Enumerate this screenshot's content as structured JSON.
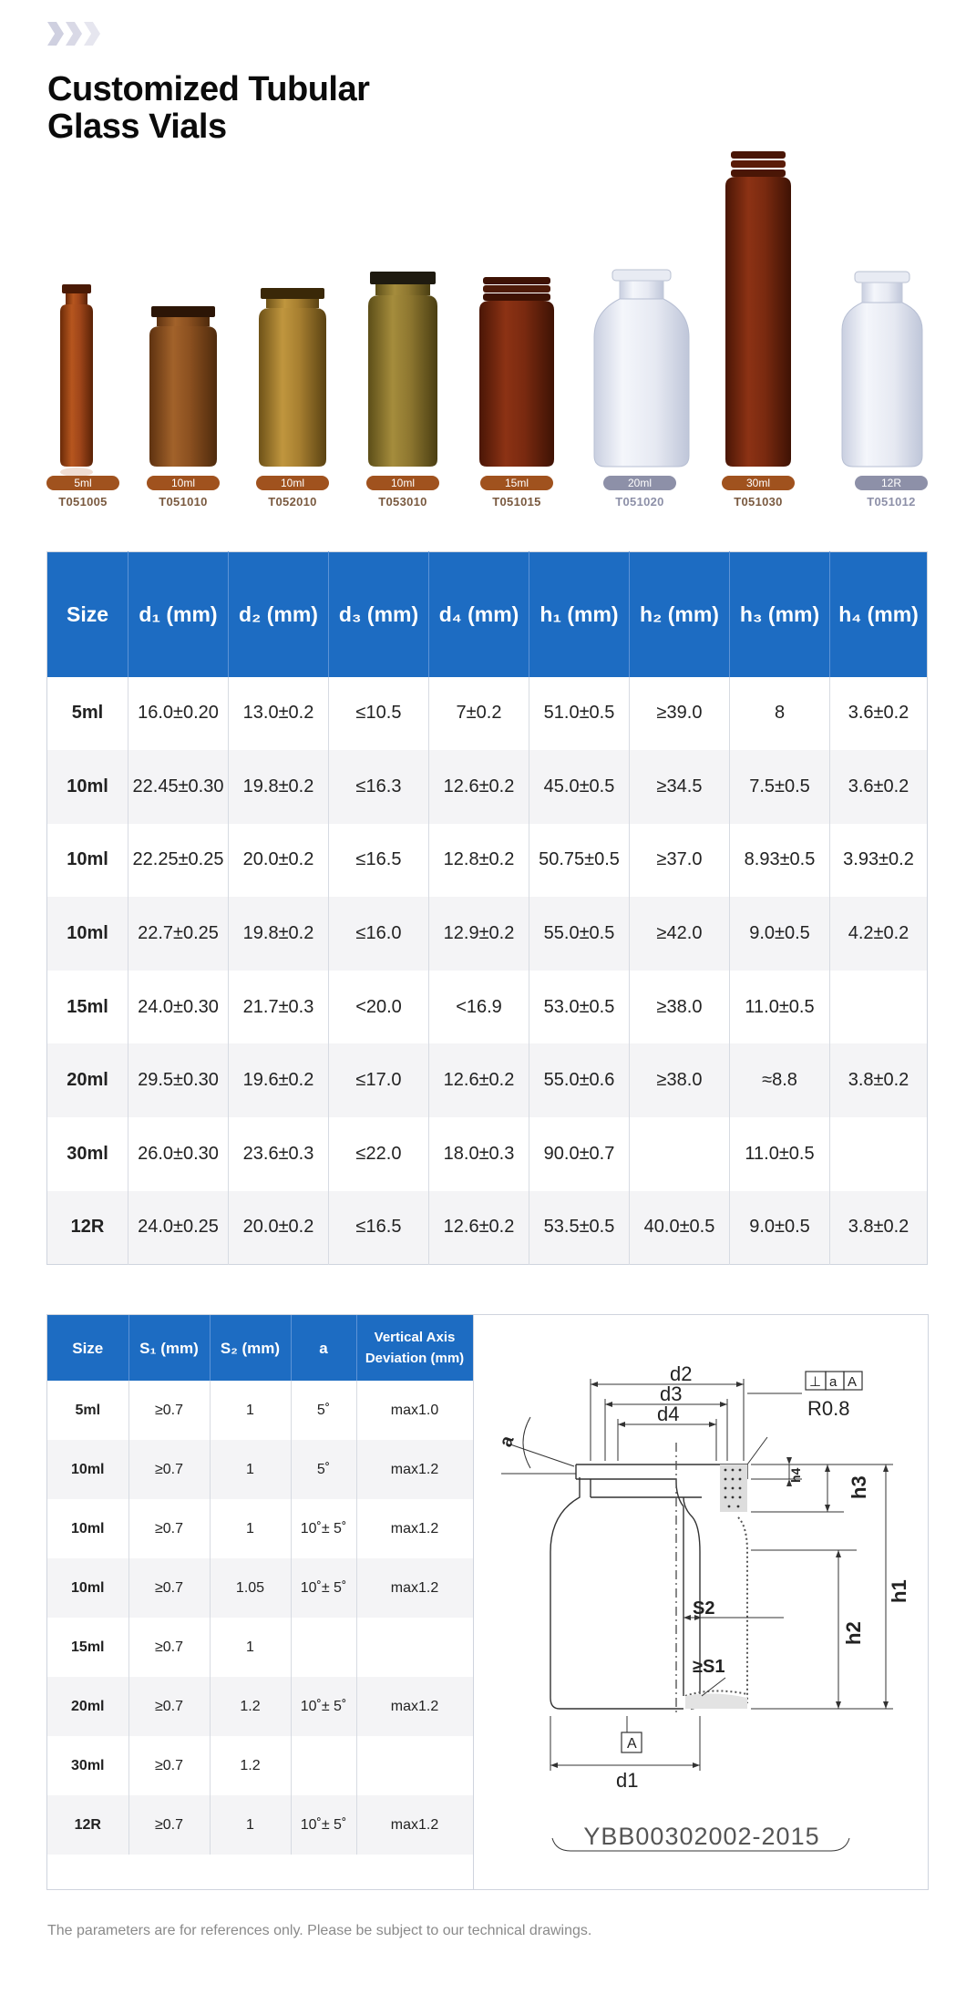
{
  "header": {
    "title_line1": "Customized Tubular",
    "title_line2": "Glass Vials",
    "decor_icon": "chevron-arrows-icon"
  },
  "colors": {
    "accent_blue": "#1d6cc2",
    "amber": "#8a3f16",
    "amber_light": "#a56a2c",
    "clear_badge": "#8d90a8"
  },
  "vials": [
    {
      "badge": "5ml",
      "code": "T051005",
      "glass": "amber"
    },
    {
      "badge": "10ml",
      "code": "T051010",
      "glass": "amber-brown"
    },
    {
      "badge": "10ml",
      "code": "T052010",
      "glass": "amber-gold"
    },
    {
      "badge": "10ml",
      "code": "T053010",
      "glass": "amber-olive"
    },
    {
      "badge": "15ml",
      "code": "T051015",
      "glass": "amber-dark"
    },
    {
      "badge": "20ml",
      "code": "T051020",
      "glass": "clear"
    },
    {
      "badge": "30ml",
      "code": "T051030",
      "glass": "amber-dark"
    },
    {
      "badge": "12R",
      "code": "T051012",
      "glass": "clear"
    }
  ],
  "table1": {
    "headers": [
      "Size",
      "d₁ (mm)",
      "d₂ (mm)",
      "d₃ (mm)",
      "d₄ (mm)",
      "h₁ (mm)",
      "h₂ (mm)",
      "h₃ (mm)",
      "h₄ (mm)"
    ],
    "rows": [
      [
        "5ml",
        "16.0±0.20",
        "13.0±0.2",
        "≤10.5",
        "7±0.2",
        "51.0±0.5",
        "≥39.0",
        "8",
        "3.6±0.2"
      ],
      [
        "10ml",
        "22.45±0.30",
        "19.8±0.2",
        "≤16.3",
        "12.6±0.2",
        "45.0±0.5",
        "≥34.5",
        "7.5±0.5",
        "3.6±0.2"
      ],
      [
        "10ml",
        "22.25±0.25",
        "20.0±0.2",
        "≤16.5",
        "12.8±0.2",
        "50.75±0.5",
        "≥37.0",
        "8.93±0.5",
        "3.93±0.2"
      ],
      [
        "10ml",
        "22.7±0.25",
        "19.8±0.2",
        "≤16.0",
        "12.9±0.2",
        "55.0±0.5",
        "≥42.0",
        "9.0±0.5",
        "4.2±0.2"
      ],
      [
        "15ml",
        "24.0±0.30",
        "21.7±0.3",
        "<20.0",
        "<16.9",
        "53.0±0.5",
        "≥38.0",
        "11.0±0.5",
        ""
      ],
      [
        "20ml",
        "29.5±0.30",
        "19.6±0.2",
        "≤17.0",
        "12.6±0.2",
        "55.0±0.6",
        "≥38.0",
        "≈8.8",
        "3.8±0.2"
      ],
      [
        "30ml",
        "26.0±0.30",
        "23.6±0.3",
        "≤22.0",
        "18.0±0.3",
        "90.0±0.7",
        "",
        "11.0±0.5",
        ""
      ],
      [
        "12R",
        "24.0±0.25",
        "20.0±0.2",
        "≤16.5",
        "12.6±0.2",
        "53.5±0.5",
        "40.0±0.5",
        "9.0±0.5",
        "3.8±0.2"
      ]
    ]
  },
  "table2": {
    "headers": [
      "Size",
      "S₁ (mm)",
      "S₂ (mm)",
      "a",
      "Vertical Axis",
      "Deviation (mm)"
    ],
    "rows": [
      [
        "5ml",
        "≥0.7",
        "1",
        "5˚",
        "max1.0"
      ],
      [
        "10ml",
        "≥0.7",
        "1",
        "5˚",
        "max1.2"
      ],
      [
        "10ml",
        "≥0.7",
        "1",
        "10˚± 5˚",
        "max1.2"
      ],
      [
        "10ml",
        "≥0.7",
        "1.05",
        "10˚± 5˚",
        "max1.2"
      ],
      [
        "15ml",
        "≥0.7",
        "1",
        "",
        ""
      ],
      [
        "20ml",
        "≥0.7",
        "1.2",
        "10˚± 5˚",
        "max1.2"
      ],
      [
        "30ml",
        "≥0.7",
        "1.2",
        "",
        ""
      ],
      [
        "12R",
        "≥0.7",
        "1",
        "10˚± 5˚",
        "max1.2"
      ]
    ]
  },
  "diagram": {
    "labels": {
      "d2": "d2",
      "d3": "d3",
      "d4": "d4",
      "d1": "d1",
      "r": "R0.8",
      "a": "a",
      "h1": "h1",
      "h2": "h2",
      "h3": "h3",
      "h4": "h4",
      "s2": "S2",
      "s1": "≥S1",
      "datum": "A",
      "tol_sym": "⊥",
      "tol_a": "a",
      "tol_datum": "A"
    },
    "standard": "YBB00302002-2015"
  },
  "footer": {
    "note": "The parameters are for references only. Please be subject to our technical drawings."
  }
}
